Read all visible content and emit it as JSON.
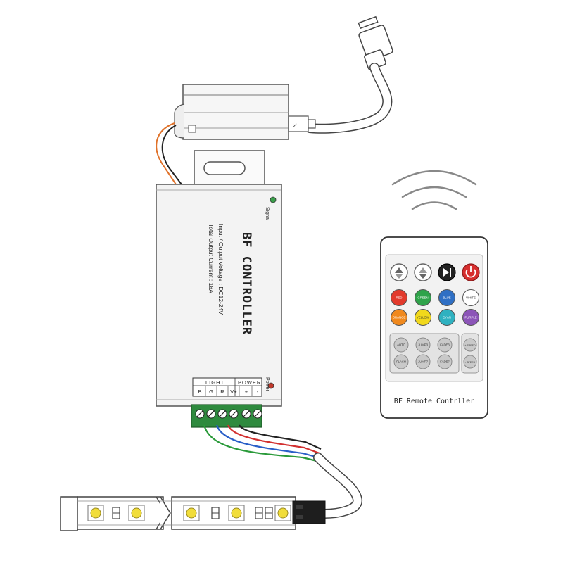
{
  "controller": {
    "title": "BF CONTROLLER",
    "voltage_line": "Input / Output  Voltage : DC12-24V",
    "current_line": "Total  Output  Current : 18A",
    "signal_label": "Signal",
    "power_led_label": "Power",
    "terminal": {
      "light_label": "LIGHT",
      "power_label": "POWER",
      "pins": [
        "B",
        "G",
        "R",
        "V+",
        "+",
        "-"
      ]
    }
  },
  "remote": {
    "caption": "BF Remote Contrller",
    "color_buttons": [
      {
        "label": "RED",
        "color": "#e23a2c"
      },
      {
        "label": "GREEN",
        "color": "#2fa34a"
      },
      {
        "label": "BLUE",
        "color": "#2f6fc4"
      },
      {
        "label": "WHITE",
        "color": "#ffffff"
      },
      {
        "label": "ORANGE",
        "color": "#f0891e"
      },
      {
        "label": "YELLOW",
        "color": "#f1d81c"
      },
      {
        "label": "CYAN",
        "color": "#2fb1c0"
      },
      {
        "label": "PURPLE",
        "color": "#8c55b8"
      }
    ],
    "mode_buttons": [
      "AUTO",
      "JUMP3",
      "FADE3",
      "FLASH",
      "JUMP7",
      "FADE7"
    ],
    "speed_up": "+ SPEED",
    "speed_down": "- SPEED"
  },
  "wire_colors": {
    "red": "#d23030",
    "blue": "#2a5fc8",
    "green": "#2a9a3a",
    "black": "#222222",
    "orange": "#e0722a"
  }
}
